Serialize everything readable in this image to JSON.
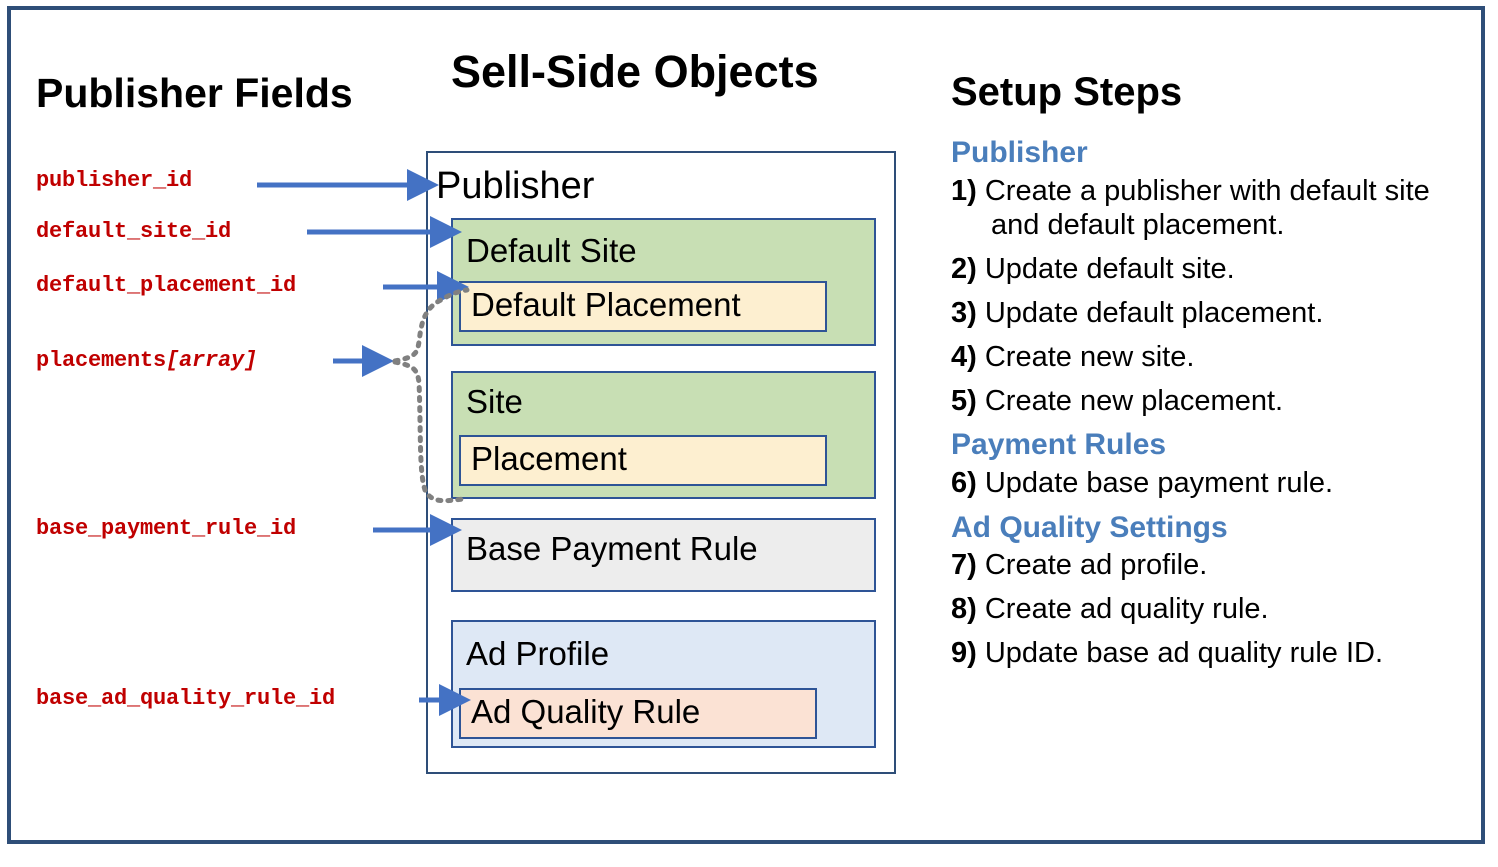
{
  "titles": {
    "publisher_fields": "Publisher Fields",
    "sell_side_objects": "Sell-Side Objects",
    "setup_steps": "Setup Steps"
  },
  "publisher_fields": [
    {
      "name": "publisher_id",
      "text": "publisher_id",
      "suffix": ""
    },
    {
      "name": "default_site_id",
      "text": "default_site_id",
      "suffix": ""
    },
    {
      "name": "default_placement_id",
      "text": "default_placement_id",
      "suffix": ""
    },
    {
      "name": "placements",
      "text": "placements",
      "suffix": "[array]"
    },
    {
      "name": "base_payment_rule_id",
      "text": "base_payment_rule_id",
      "suffix": ""
    },
    {
      "name": "base_ad_quality_rule_id",
      "text": "base_ad_quality_rule_id",
      "suffix": ""
    }
  ],
  "objects": {
    "publisher": "Publisher",
    "default_site": "Default Site",
    "default_placement": "Default Placement",
    "site": "Site",
    "placement": "Placement",
    "base_payment_rule": "Base Payment Rule",
    "ad_profile": "Ad Profile",
    "ad_quality_rule": "Ad Quality Rule"
  },
  "setup": {
    "groups": [
      {
        "heading": "Publisher",
        "steps": [
          {
            "num": "1)",
            "text": "Create a publisher with default site and default placement."
          },
          {
            "num": "2)",
            "text": "Update default site."
          },
          {
            "num": "3)",
            "text": "Update default placement."
          },
          {
            "num": "4)",
            "text": "Create new site."
          },
          {
            "num": "5)",
            "text": "Create new placement."
          }
        ]
      },
      {
        "heading": "Payment Rules",
        "steps": [
          {
            "num": "6)",
            "text": "Update base payment rule."
          }
        ]
      },
      {
        "heading": "Ad Quality Settings",
        "steps": [
          {
            "num": "7)",
            "text": "Create ad profile."
          },
          {
            "num": "8)",
            "text": "Create ad quality rule."
          },
          {
            "num": "9)",
            "text": "Update base ad quality rule ID."
          }
        ]
      }
    ]
  },
  "colors": {
    "frame_border": "#2E4E78",
    "field_text": "#C00000",
    "arrow": "#4472C4",
    "dotted_connector": "#808080",
    "group_heading": "#4A7EBB",
    "site_fill": "#C8DFB4",
    "placement_fill": "#FDEFD0",
    "payment_rule_fill": "#EDEDED",
    "ad_profile_fill": "#DEE8F5",
    "ad_quality_fill": "#FBE2D4",
    "object_border": "#2E5496"
  }
}
